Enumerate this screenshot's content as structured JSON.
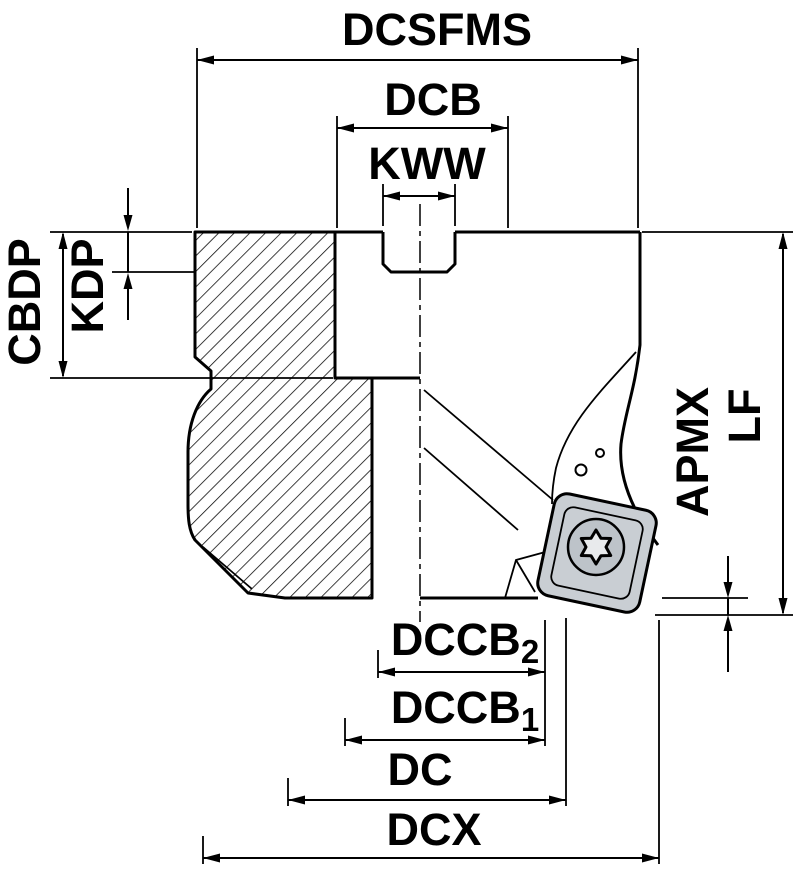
{
  "diagram": {
    "type": "technical-drawing",
    "subject": "indexable face milling cutter cross-section with dimension callouts",
    "labels": {
      "dcsfms": "DCSFMS",
      "dcb": "DCB",
      "kww": "KWW",
      "cbdp": "CBDP",
      "kdp": "KDP",
      "apmx": "APMX",
      "lf": "LF",
      "dccb2": {
        "text": "DCCB",
        "sub": "2"
      },
      "dccb1": {
        "text": "DCCB",
        "sub": "1"
      },
      "dc": "DC",
      "dcx": "DCX"
    },
    "colors": {
      "line": "#000000",
      "background": "#ffffff",
      "insert_fill": "#c9ced3",
      "screw_fill": "#bdc3c9"
    }
  }
}
